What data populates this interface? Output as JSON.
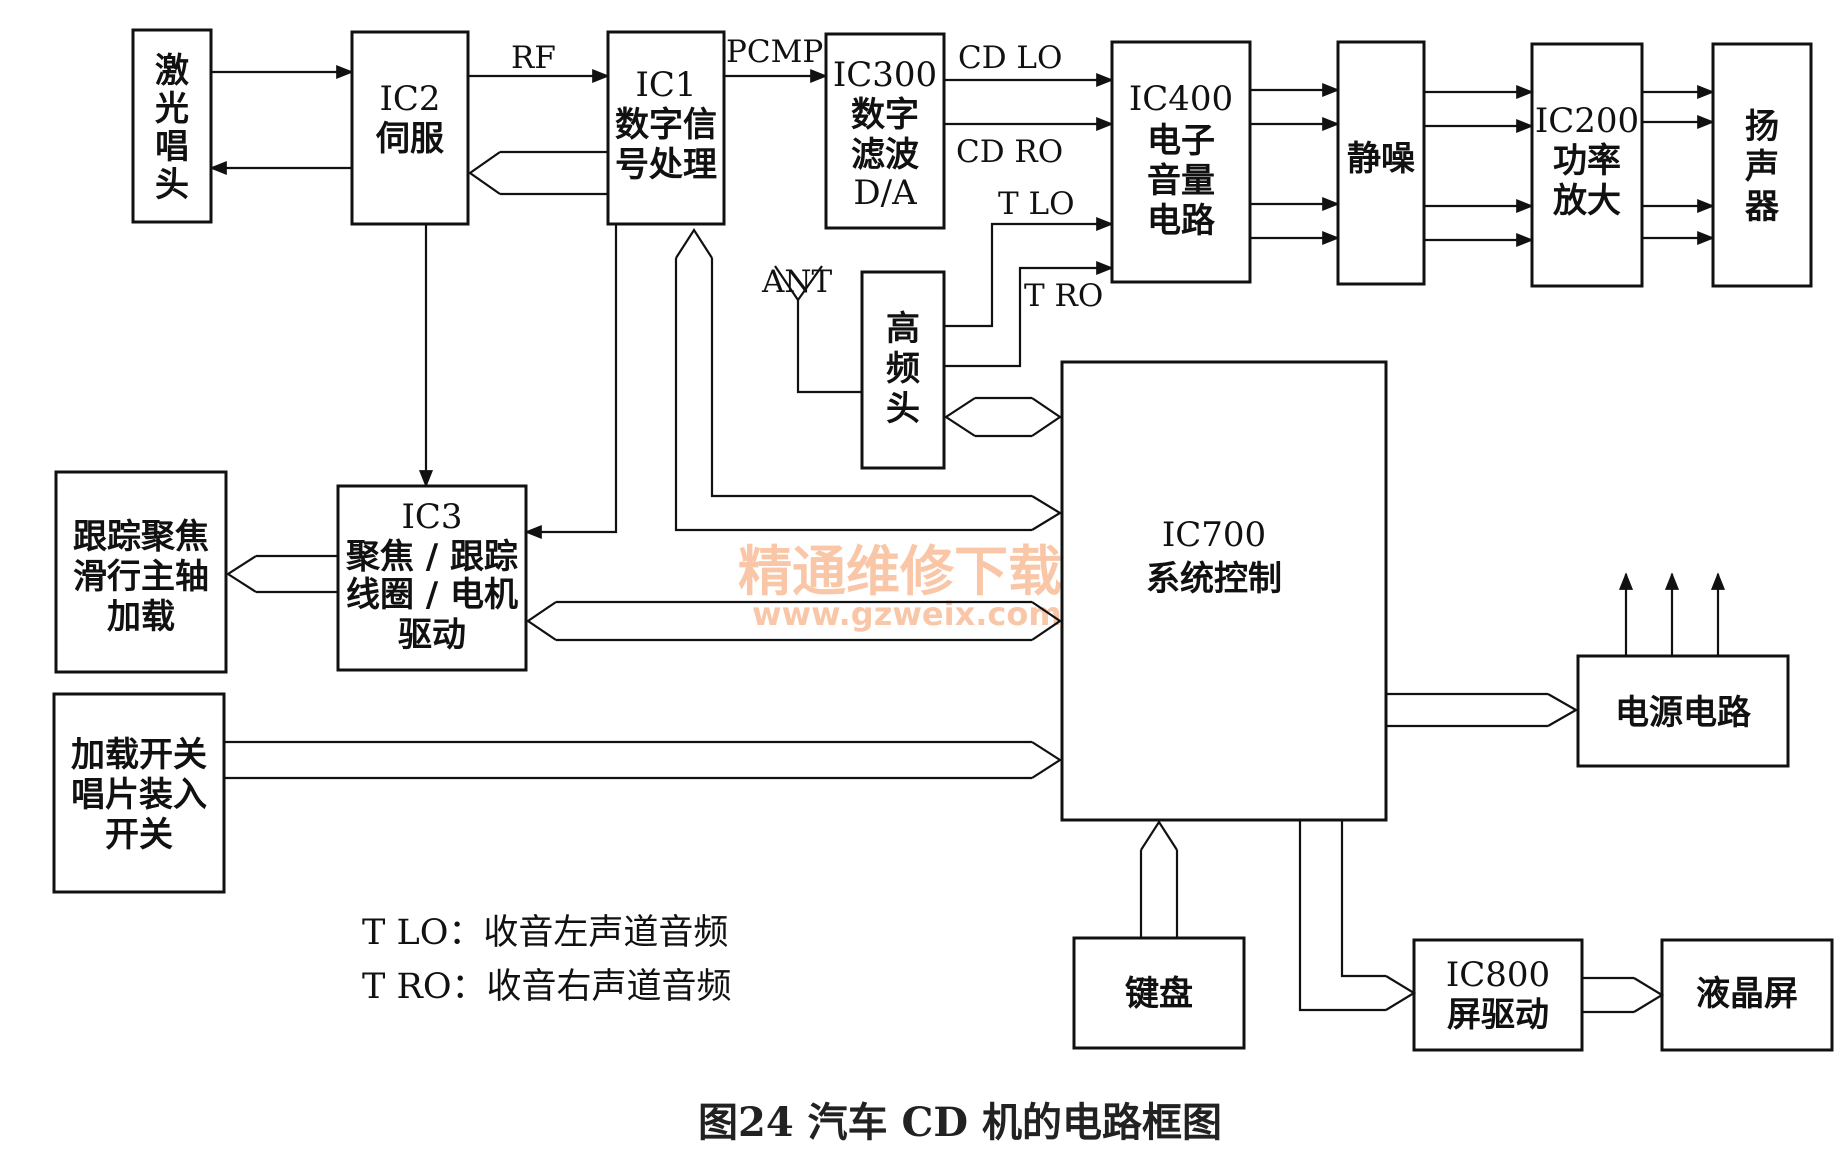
{
  "blocks": {
    "laser_head": {
      "l1": "激",
      "l2": "光",
      "l3": "唱",
      "l4": "头"
    },
    "ic2": {
      "l1": "IC2",
      "l2": "伺服"
    },
    "ic1": {
      "l1": "IC1",
      "l2": "数字信",
      "l3": "号处理"
    },
    "ic300": {
      "l1": "IC300",
      "l2": "数字",
      "l3": "滤波",
      "l4": "D/A"
    },
    "ic400": {
      "l1": "IC400",
      "l2": "电子",
      "l3": "音量",
      "l4": "电路"
    },
    "mute": {
      "l1": "静噪"
    },
    "ic200": {
      "l1": "IC200",
      "l2": "功率",
      "l3": "放大"
    },
    "speaker": {
      "l1": "扬",
      "l2": "声",
      "l3": "器"
    },
    "tuner": {
      "l1": "高",
      "l2": "频",
      "l3": "头"
    },
    "ic700": {
      "l1": "IC700",
      "l2": "系统控制"
    },
    "ic3": {
      "l1": "IC3",
      "l2": "聚焦 / 跟踪",
      "l3": "线圈 / 电机",
      "l4": "驱动"
    },
    "motors": {
      "l1": "跟踪聚焦",
      "l2": "滑行主轴",
      "l3": "加载"
    },
    "switches": {
      "l1": "加载开关",
      "l2": "唱片装入",
      "l3": "开关"
    },
    "power": {
      "l1": "电源电路"
    },
    "keyboard": {
      "l1": "键盘"
    },
    "ic800": {
      "l1": "IC800",
      "l2": "屏驱动"
    },
    "lcd": {
      "l1": "液晶屏"
    }
  },
  "signals": {
    "rf": "RF",
    "pcmp": "PCMP",
    "cd_lo": "CD LO",
    "cd_ro": "CD RO",
    "t_lo": "T LO",
    "t_ro": "T RO",
    "ant": "ANT"
  },
  "legend": [
    "T LO：收音左声道音频",
    "T RO：收音右声道音频"
  ],
  "caption": "图24   汽车 CD 机的电路框图",
  "watermark": {
    "cn": "精通维修下载",
    "url": "www.gzweix.com"
  }
}
